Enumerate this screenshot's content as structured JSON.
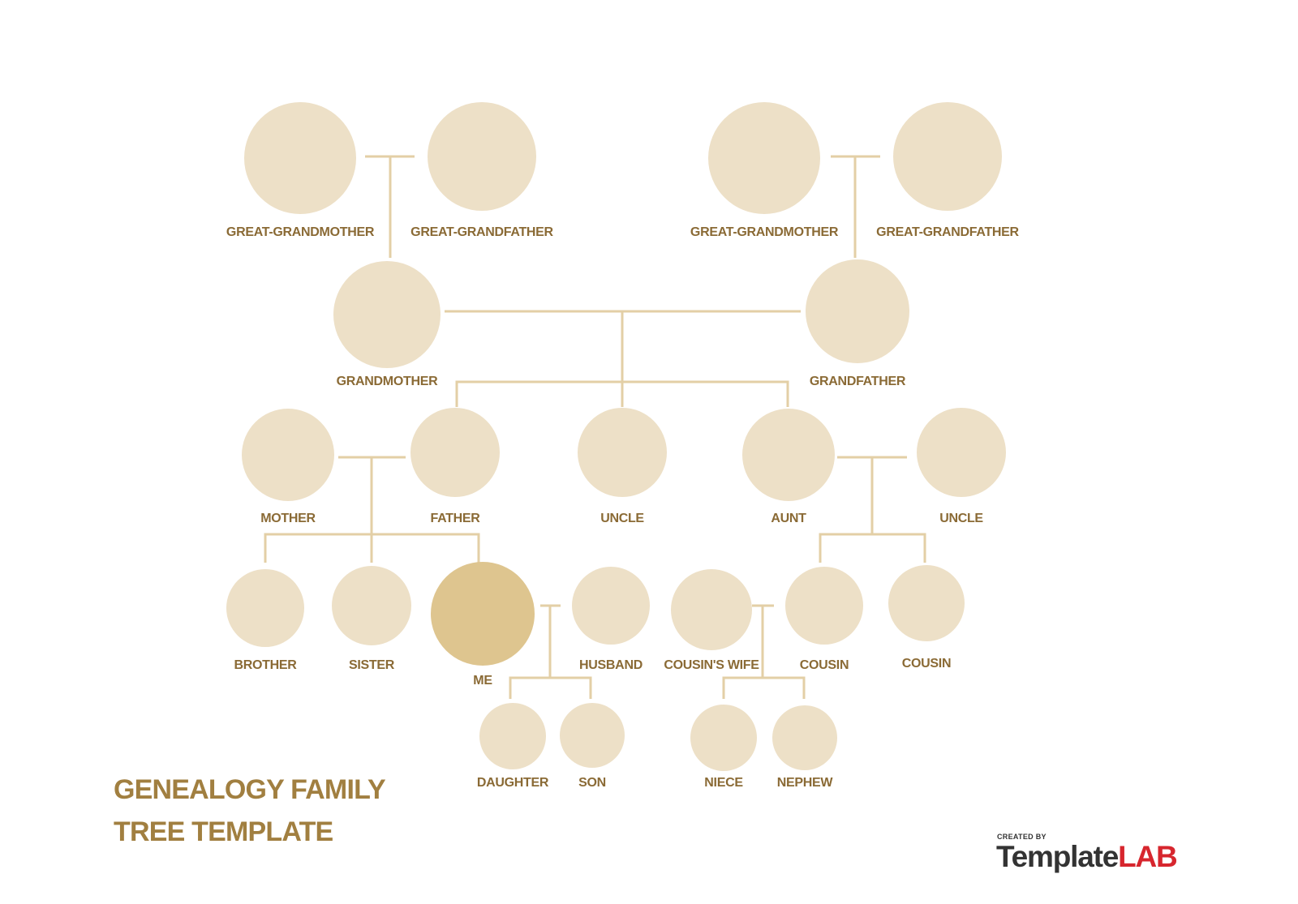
{
  "title": {
    "line1": "GENEALOGY FAMILY",
    "line2": "TREE TEMPLATE"
  },
  "brand": {
    "created_by": "CREATED BY",
    "name_part1": "Template",
    "name_part2": "LAB"
  },
  "colors": {
    "circle": "#ede0c7",
    "highlight": "#dec58f",
    "line": "#e3cfa6",
    "label": "#8a6a35",
    "title": "#a17f40",
    "avatar": "#9c9c9c",
    "brand_dark": "#333333",
    "brand_accent": "#d7262e"
  },
  "members": [
    {
      "id": "ggm1",
      "label": "GREAT-GRANDMOTHER",
      "gender": "female"
    },
    {
      "id": "ggf1",
      "label": "GREAT-GRANDFATHER",
      "gender": "male"
    },
    {
      "id": "ggm2",
      "label": "GREAT-GRANDMOTHER",
      "gender": "female"
    },
    {
      "id": "ggf2",
      "label": "GREAT-GRANDFATHER",
      "gender": "male"
    },
    {
      "id": "gm",
      "label": "GRANDMOTHER",
      "gender": "female"
    },
    {
      "id": "gf",
      "label": "GRANDFATHER",
      "gender": "male"
    },
    {
      "id": "mother",
      "label": "MOTHER",
      "gender": "female"
    },
    {
      "id": "father",
      "label": "FATHER",
      "gender": "male"
    },
    {
      "id": "uncle1",
      "label": "UNCLE",
      "gender": "male"
    },
    {
      "id": "aunt",
      "label": "AUNT",
      "gender": "female"
    },
    {
      "id": "uncle2",
      "label": "UNCLE",
      "gender": "male"
    },
    {
      "id": "brother",
      "label": "BROTHER",
      "gender": "male"
    },
    {
      "id": "sister",
      "label": "SISTER",
      "gender": "female"
    },
    {
      "id": "me",
      "label": "ME",
      "gender": "female",
      "highlight": true
    },
    {
      "id": "husband",
      "label": "HUSBAND",
      "gender": "male"
    },
    {
      "id": "cousinwife",
      "label": "COUSIN'S WIFE",
      "gender": "female"
    },
    {
      "id": "cousin1",
      "label": "COUSIN",
      "gender": "male"
    },
    {
      "id": "cousin2",
      "label": "COUSIN",
      "gender": "male"
    },
    {
      "id": "daughter",
      "label": "DAUGHTER",
      "gender": "female"
    },
    {
      "id": "son",
      "label": "SON",
      "gender": "male"
    },
    {
      "id": "niece",
      "label": "NIECE",
      "gender": "female"
    },
    {
      "id": "nephew",
      "label": "NEPHEW",
      "gender": "male"
    }
  ]
}
